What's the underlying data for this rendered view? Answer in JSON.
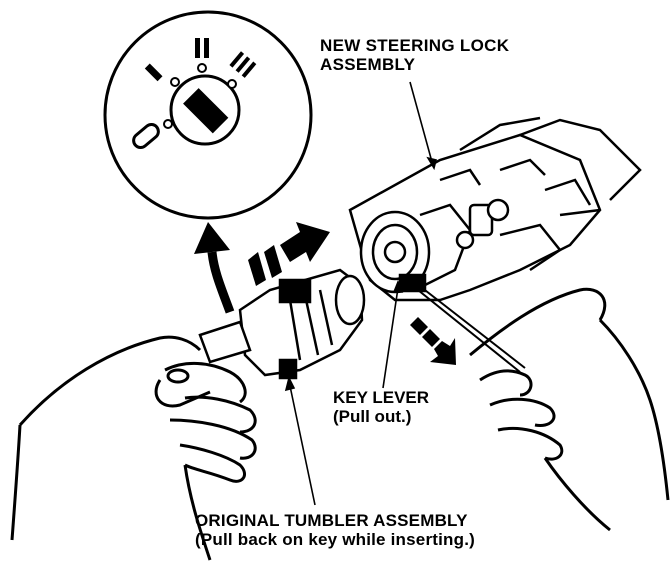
{
  "labels": {
    "steering_lock": {
      "line1": "NEW STEERING LOCK",
      "line2": "ASSEMBLY"
    },
    "key_lever": {
      "line1": "KEY LEVER",
      "line2": "(Pull out.)"
    },
    "tumbler": {
      "line1": "ORIGINAL TUMBLER ASSEMBLY",
      "line2": "(Pull back on key while inserting.)"
    }
  },
  "dial": {
    "positions": [
      "0",
      "I",
      "II",
      "III"
    ]
  }
}
